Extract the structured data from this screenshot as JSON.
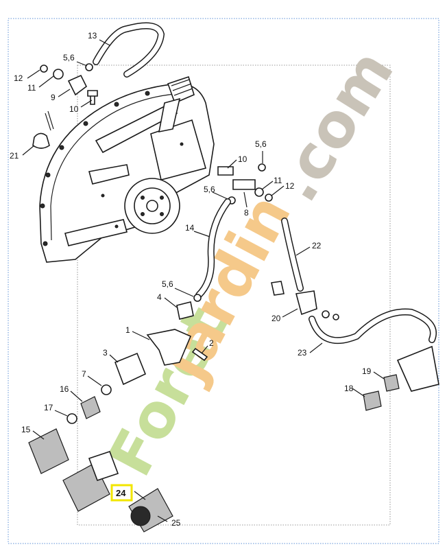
{
  "watermark": {
    "text_green": "Forêt",
    "text_orange": "jardin",
    "text_gray": ".com",
    "colors": {
      "green": "#c7df9a",
      "orange": "#f5c98a",
      "gray": "#c9c3b8"
    }
  },
  "highlight_color": "#f2e600",
  "parts": {
    "p1": "1",
    "p2": "2",
    "p3": "3",
    "p4": "4",
    "p56a": "5,6",
    "p56b": "5,6",
    "p56c": "5,6",
    "p56d": "5,6",
    "p7": "7",
    "p8": "8",
    "p9": "9",
    "p10a": "10",
    "p10b": "10",
    "p11a": "11",
    "p11b": "11",
    "p12a": "12",
    "p12b": "12",
    "p13": "13",
    "p14": "14",
    "p15": "15",
    "p16": "16",
    "p17": "17",
    "p18": "18",
    "p19": "19",
    "p20": "20",
    "p21": "21",
    "p22": "22",
    "p23": "23",
    "p24": "24",
    "p25": "25"
  }
}
